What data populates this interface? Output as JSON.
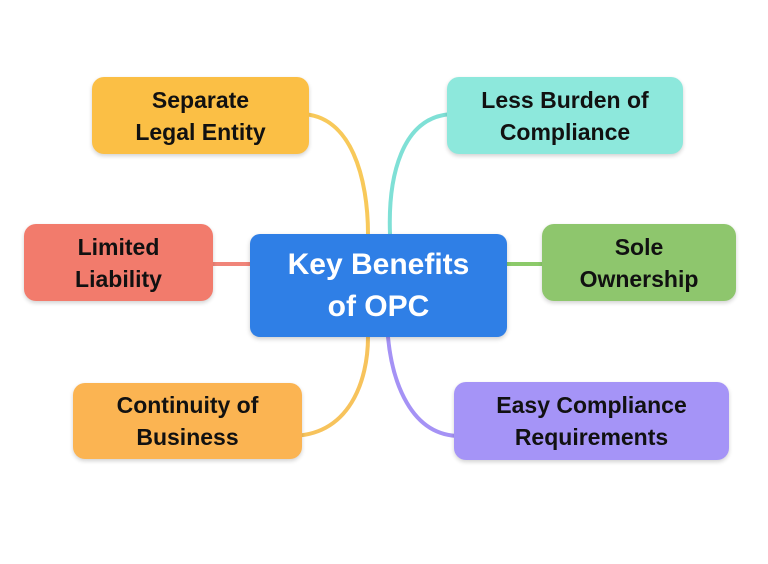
{
  "center": {
    "lines": [
      "Key Benefits",
      "of OPC"
    ],
    "color": "#2f7fe6"
  },
  "nodes": [
    {
      "id": "separate-legal-entity",
      "lines": [
        "Separate",
        "Legal Entity"
      ],
      "color": "#fbbf45",
      "line_color": "#f8c95a"
    },
    {
      "id": "limited-liability",
      "lines": [
        "Limited",
        "Liability"
      ],
      "color": "#f27b6c",
      "line_color": "#f0857a"
    },
    {
      "id": "continuity-of-business",
      "lines": [
        "Continuity of",
        "Business"
      ],
      "color": "#fbb452",
      "line_color": "#f7c35c"
    },
    {
      "id": "less-burden-of-compliance",
      "lines": [
        "Less Burden of",
        "Compliance"
      ],
      "color": "#8de8dc",
      "line_color": "#7fe0d6"
    },
    {
      "id": "sole-ownership",
      "lines": [
        "Sole",
        "Ownership"
      ],
      "color": "#8ec66d",
      "line_color": "#8cca6a"
    },
    {
      "id": "easy-compliance-requirements",
      "lines": [
        "Easy Compliance",
        "Requirements"
      ],
      "color": "#a594f7",
      "line_color": "#a592f5"
    }
  ]
}
